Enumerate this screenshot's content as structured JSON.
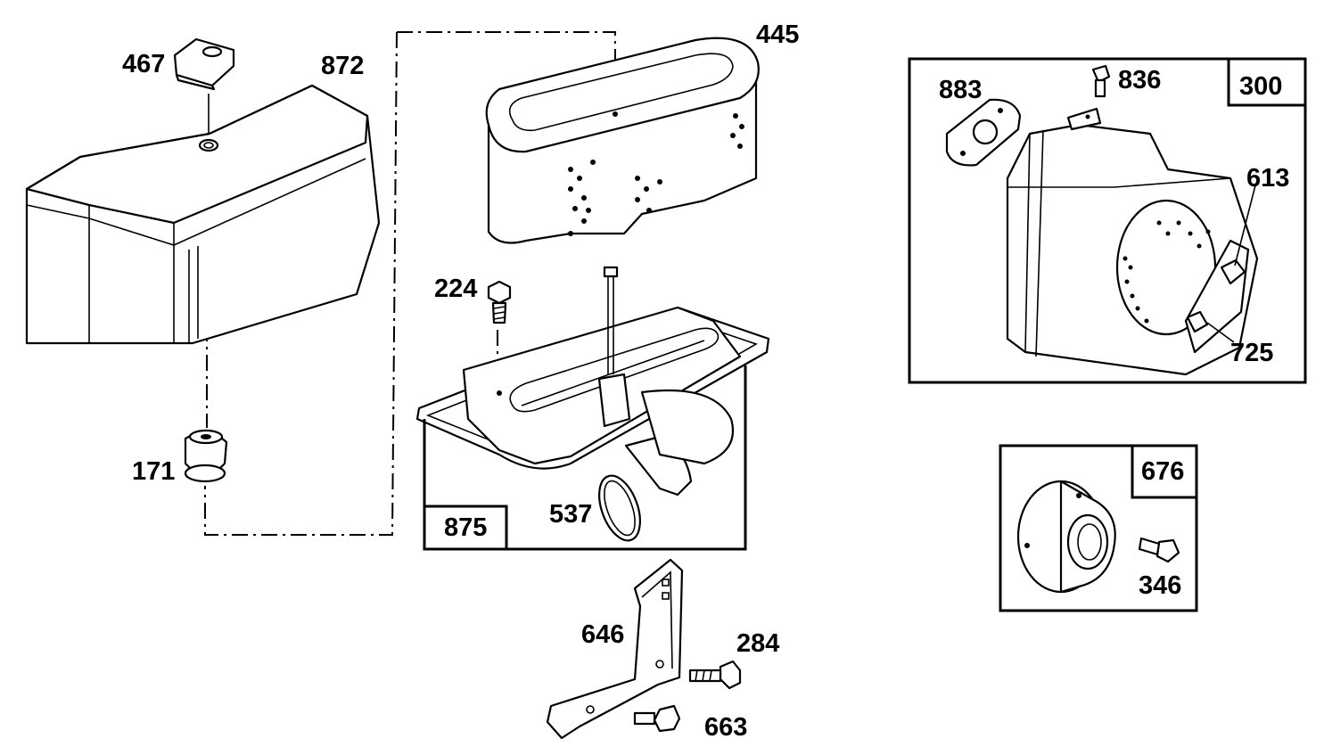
{
  "parts": {
    "air_cleaner_cover": "872",
    "knob": "467",
    "grommet": "171",
    "filter_cartridge": "445",
    "screw_base": "224",
    "air_cleaner_base": "875",
    "seal": "537",
    "bracket": "646",
    "screw_284": "284",
    "screw_663": "663",
    "muffler_assembly": "300",
    "gasket": "883",
    "screw_836": "836",
    "lock_613": "613",
    "deflector_725": "725",
    "muffler_676": "676",
    "screw_346": "346"
  }
}
